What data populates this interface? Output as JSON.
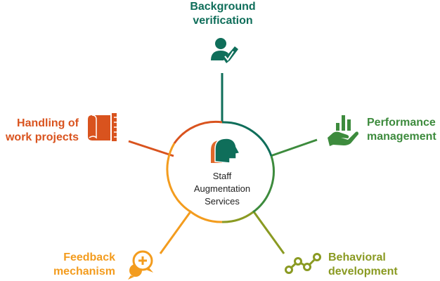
{
  "center": {
    "line1": "Staff",
    "line2": "Augmentation",
    "line3": "Services",
    "icon": "two-heads-icon"
  },
  "nodes": {
    "background": {
      "line1": "Background",
      "line2": "verification",
      "color": "#0f6e5a",
      "icon": "user-check-icon"
    },
    "performance": {
      "line1": "Performance",
      "line2": "management",
      "color": "#3d8b3d",
      "icon": "hand-bar-chart-icon"
    },
    "behavioral": {
      "line1": "Behavioral",
      "line2": "development",
      "color": "#8a9a22",
      "icon": "trend-line-icon"
    },
    "feedback": {
      "line1": "Feedback",
      "line2": "mechanism",
      "color": "#f39c1e",
      "icon": "chat-plus-icon"
    },
    "handling": {
      "line1": "Handling of",
      "line2": "work projects",
      "color": "#d9531e",
      "icon": "blueprint-ruler-icon"
    }
  }
}
